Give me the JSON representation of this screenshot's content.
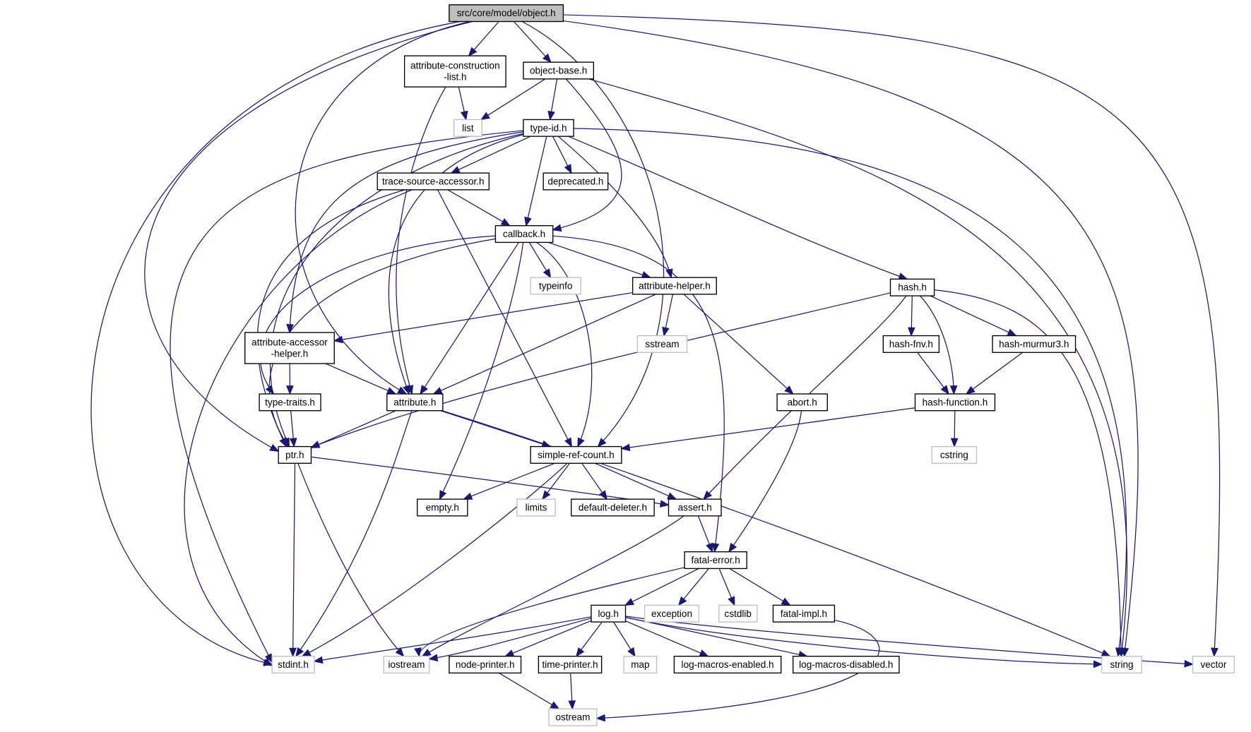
{
  "title": "src/core/model/object.h include dependency graph",
  "colors": {
    "edge": "#191970",
    "local_border": "#000000",
    "system_border": "#bfbfbf",
    "root_fill": "#bfbfbf",
    "background": "#ffffff"
  },
  "nodes": [
    {
      "id": "object",
      "label": [
        "src/core/model/object.h"
      ],
      "kind": "root"
    },
    {
      "id": "attrconslist",
      "label": [
        "attribute-construction",
        "-list.h"
      ],
      "kind": "local"
    },
    {
      "id": "objectbase",
      "label": [
        "object-base.h"
      ],
      "kind": "local"
    },
    {
      "id": "list",
      "label": [
        "list"
      ],
      "kind": "system"
    },
    {
      "id": "typeid",
      "label": [
        "type-id.h"
      ],
      "kind": "local"
    },
    {
      "id": "tsa",
      "label": [
        "trace-source-accessor.h"
      ],
      "kind": "local"
    },
    {
      "id": "deprecated",
      "label": [
        "deprecated.h"
      ],
      "kind": "local"
    },
    {
      "id": "callback",
      "label": [
        "callback.h"
      ],
      "kind": "local"
    },
    {
      "id": "typeinfo",
      "label": [
        "typeinfo"
      ],
      "kind": "system"
    },
    {
      "id": "attrhelper",
      "label": [
        "attribute-helper.h"
      ],
      "kind": "local"
    },
    {
      "id": "hash",
      "label": [
        "hash.h"
      ],
      "kind": "local"
    },
    {
      "id": "sstream",
      "label": [
        "sstream"
      ],
      "kind": "system"
    },
    {
      "id": "attraccessor",
      "label": [
        "attribute-accessor",
        "-helper.h"
      ],
      "kind": "local"
    },
    {
      "id": "hashfnv",
      "label": [
        "hash-fnv.h"
      ],
      "kind": "local"
    },
    {
      "id": "hashmurmur",
      "label": [
        "hash-murmur3.h"
      ],
      "kind": "local"
    },
    {
      "id": "typetraits",
      "label": [
        "type-traits.h"
      ],
      "kind": "local"
    },
    {
      "id": "attribute",
      "label": [
        "attribute.h"
      ],
      "kind": "local"
    },
    {
      "id": "abort",
      "label": [
        "abort.h"
      ],
      "kind": "local"
    },
    {
      "id": "hashfunction",
      "label": [
        "hash-function.h"
      ],
      "kind": "local"
    },
    {
      "id": "ptr",
      "label": [
        "ptr.h"
      ],
      "kind": "local"
    },
    {
      "id": "srefcount",
      "label": [
        "simple-ref-count.h"
      ],
      "kind": "local"
    },
    {
      "id": "cstring",
      "label": [
        "cstring"
      ],
      "kind": "system"
    },
    {
      "id": "empty",
      "label": [
        "empty.h"
      ],
      "kind": "local"
    },
    {
      "id": "limits",
      "label": [
        "limits"
      ],
      "kind": "system"
    },
    {
      "id": "defdeleter",
      "label": [
        "default-deleter.h"
      ],
      "kind": "local"
    },
    {
      "id": "assert",
      "label": [
        "assert.h"
      ],
      "kind": "local"
    },
    {
      "id": "fatalerror",
      "label": [
        "fatal-error.h"
      ],
      "kind": "local"
    },
    {
      "id": "log",
      "label": [
        "log.h"
      ],
      "kind": "local"
    },
    {
      "id": "exception",
      "label": [
        "exception"
      ],
      "kind": "system"
    },
    {
      "id": "cstdlib",
      "label": [
        "cstdlib"
      ],
      "kind": "system"
    },
    {
      "id": "fatalimpl",
      "label": [
        "fatal-impl.h"
      ],
      "kind": "local"
    },
    {
      "id": "stdint",
      "label": [
        "stdint.h"
      ],
      "kind": "system"
    },
    {
      "id": "iostream",
      "label": [
        "iostream"
      ],
      "kind": "system"
    },
    {
      "id": "nodeprinter",
      "label": [
        "node-printer.h"
      ],
      "kind": "local"
    },
    {
      "id": "timeprinter",
      "label": [
        "time-printer.h"
      ],
      "kind": "local"
    },
    {
      "id": "map",
      "label": [
        "map"
      ],
      "kind": "system"
    },
    {
      "id": "logmacrosen",
      "label": [
        "log-macros-enabled.h"
      ],
      "kind": "local"
    },
    {
      "id": "logmacrosdis",
      "label": [
        "log-macros-disabled.h"
      ],
      "kind": "local"
    },
    {
      "id": "string",
      "label": [
        "string"
      ],
      "kind": "system"
    },
    {
      "id": "vector",
      "label": [
        "vector"
      ],
      "kind": "system"
    },
    {
      "id": "ostream",
      "label": [
        "ostream"
      ],
      "kind": "system"
    }
  ],
  "edges": [
    [
      "object",
      "attrconslist"
    ],
    [
      "object",
      "objectbase"
    ],
    [
      "object",
      "attribute"
    ],
    [
      "object",
      "ptr"
    ],
    [
      "object",
      "srefcount"
    ],
    [
      "object",
      "stdint"
    ],
    [
      "object",
      "string"
    ],
    [
      "object",
      "vector"
    ],
    [
      "attrconslist",
      "list"
    ],
    [
      "attrconslist",
      "attribute"
    ],
    [
      "objectbase",
      "list"
    ],
    [
      "objectbase",
      "typeid"
    ],
    [
      "objectbase",
      "callback"
    ],
    [
      "objectbase",
      "string"
    ],
    [
      "typeid",
      "tsa"
    ],
    [
      "typeid",
      "deprecated"
    ],
    [
      "typeid",
      "callback"
    ],
    [
      "typeid",
      "attrhelper"
    ],
    [
      "typeid",
      "hash"
    ],
    [
      "typeid",
      "attraccessor"
    ],
    [
      "typeid",
      "attribute"
    ],
    [
      "typeid",
      "stdint"
    ],
    [
      "typeid",
      "string"
    ],
    [
      "typeid",
      "ptr"
    ],
    [
      "tsa",
      "callback"
    ],
    [
      "tsa",
      "ptr"
    ],
    [
      "tsa",
      "srefcount"
    ],
    [
      "tsa",
      "stdint"
    ],
    [
      "callback",
      "typeinfo"
    ],
    [
      "callback",
      "attrhelper"
    ],
    [
      "callback",
      "attribute"
    ],
    [
      "callback",
      "srefcount"
    ],
    [
      "callback",
      "empty"
    ],
    [
      "callback",
      "fatalerror"
    ],
    [
      "callback",
      "typetraits"
    ],
    [
      "callback",
      "ptr"
    ],
    [
      "attrhelper",
      "attraccessor"
    ],
    [
      "attrhelper",
      "attribute"
    ],
    [
      "attrhelper",
      "sstream"
    ],
    [
      "attrhelper",
      "abort"
    ],
    [
      "hash",
      "hashfnv"
    ],
    [
      "hash",
      "hashmurmur"
    ],
    [
      "hash",
      "hashfunction"
    ],
    [
      "hash",
      "assert"
    ],
    [
      "hash",
      "ptr"
    ],
    [
      "hash",
      "string"
    ],
    [
      "hashfnv",
      "hashfunction"
    ],
    [
      "hashmurmur",
      "hashfunction"
    ],
    [
      "hashfunction",
      "srefcount"
    ],
    [
      "hashfunction",
      "cstring"
    ],
    [
      "attraccessor",
      "typetraits"
    ],
    [
      "attraccessor",
      "attribute"
    ],
    [
      "typetraits",
      "ptr"
    ],
    [
      "attribute",
      "ptr"
    ],
    [
      "attribute",
      "srefcount"
    ],
    [
      "attribute",
      "stdint"
    ],
    [
      "attribute",
      "string"
    ],
    [
      "abort",
      "fatalerror"
    ],
    [
      "ptr",
      "assert"
    ],
    [
      "ptr",
      "stdint"
    ],
    [
      "ptr",
      "iostream"
    ],
    [
      "srefcount",
      "empty"
    ],
    [
      "srefcount",
      "limits"
    ],
    [
      "srefcount",
      "defdeleter"
    ],
    [
      "srefcount",
      "assert"
    ],
    [
      "srefcount",
      "stdint"
    ],
    [
      "assert",
      "fatalerror"
    ],
    [
      "assert",
      "iostream"
    ],
    [
      "fatalerror",
      "log"
    ],
    [
      "fatalerror",
      "exception"
    ],
    [
      "fatalerror",
      "cstdlib"
    ],
    [
      "fatalerror",
      "fatalimpl"
    ],
    [
      "fatalerror",
      "iostream"
    ],
    [
      "fatalimpl",
      "ostream"
    ],
    [
      "log",
      "stdint"
    ],
    [
      "log",
      "iostream"
    ],
    [
      "log",
      "nodeprinter"
    ],
    [
      "log",
      "timeprinter"
    ],
    [
      "log",
      "map"
    ],
    [
      "log",
      "logmacrosen"
    ],
    [
      "log",
      "logmacrosdis"
    ],
    [
      "log",
      "string"
    ],
    [
      "log",
      "vector"
    ],
    [
      "nodeprinter",
      "ostream"
    ],
    [
      "timeprinter",
      "ostream"
    ]
  ]
}
